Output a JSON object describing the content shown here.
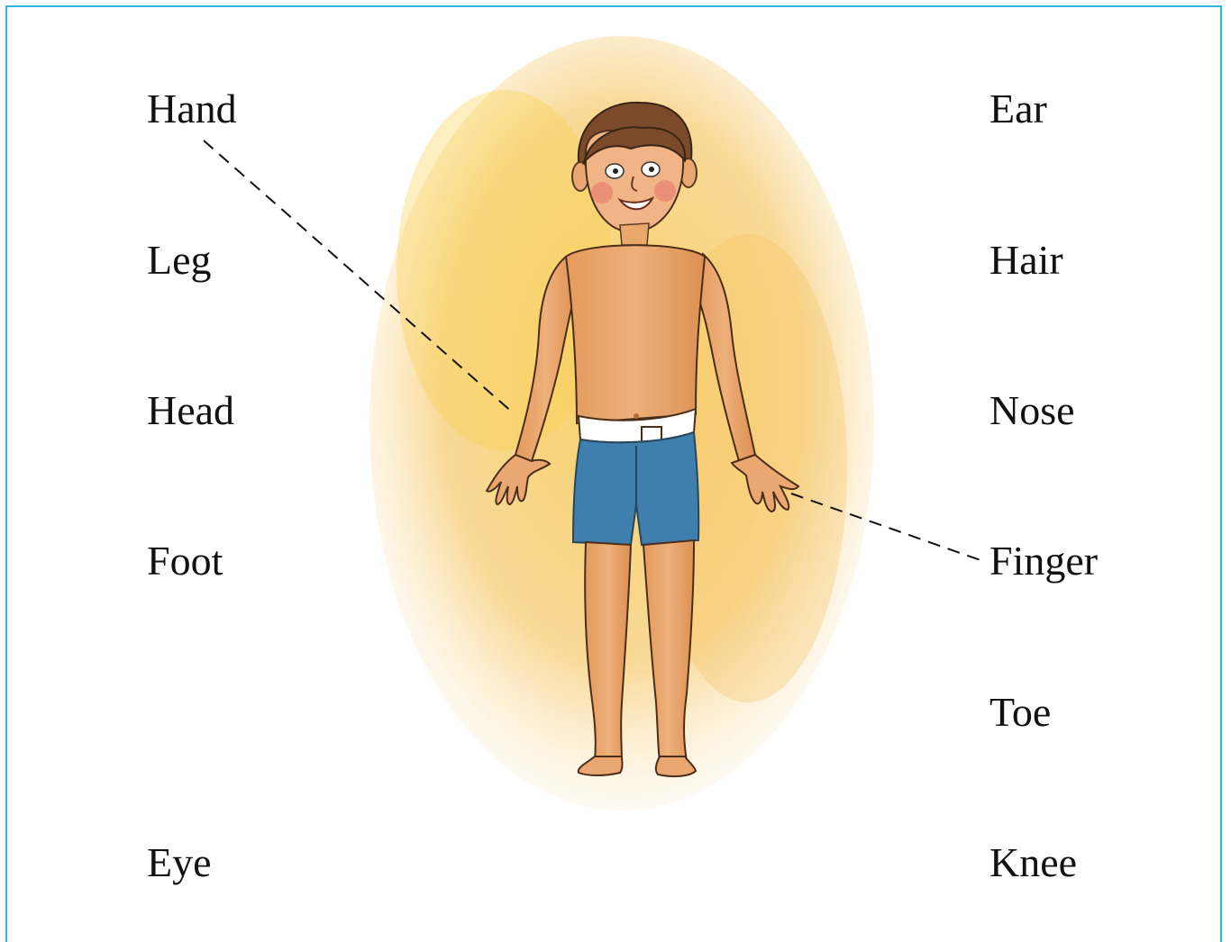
{
  "left_labels": [
    "Hand",
    "Leg",
    "Head",
    "Foot",
    "Eye"
  ],
  "right_labels": [
    "Ear",
    "Hair",
    "Nose",
    "Finger",
    "Toe",
    "Knee"
  ],
  "colors": {
    "frame": "#33b3e0",
    "skin": "#e9a86c",
    "hair": "#7a4a2a",
    "shorts": "#3f7fae",
    "belt": "#ffffff",
    "background_wash": "#f5c24e"
  },
  "connections": [
    {
      "from": "Hand",
      "to": "left-hand"
    },
    {
      "from": "Finger",
      "to": "right-fingers"
    }
  ]
}
